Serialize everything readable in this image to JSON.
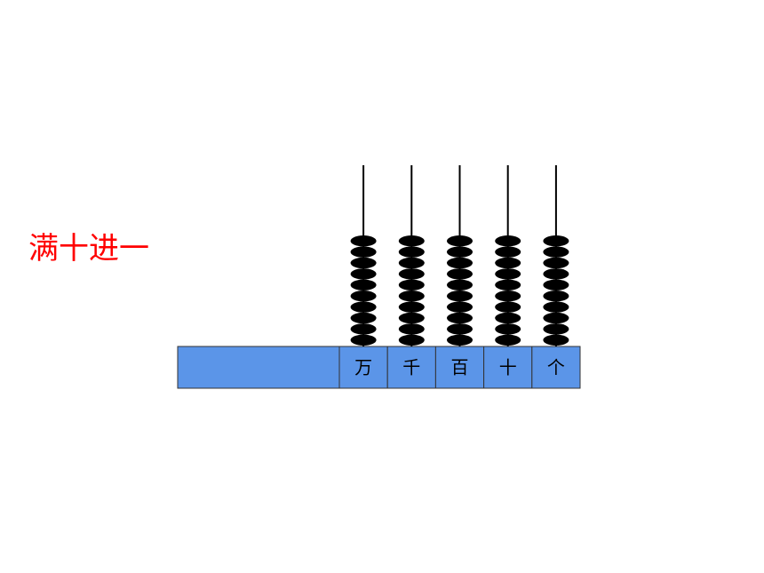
{
  "title": "满十进一",
  "colors": {
    "title": "#ff0000",
    "base": "#5b95e8",
    "border": "#333333",
    "bead": "#000000",
    "rod": "#000000"
  },
  "abacus": {
    "rods": [
      {
        "label": "万",
        "beads": 10
      },
      {
        "label": "千",
        "beads": 10
      },
      {
        "label": "百",
        "beads": 10
      },
      {
        "label": "十",
        "beads": 10
      },
      {
        "label": "个",
        "beads": 10
      }
    ]
  }
}
